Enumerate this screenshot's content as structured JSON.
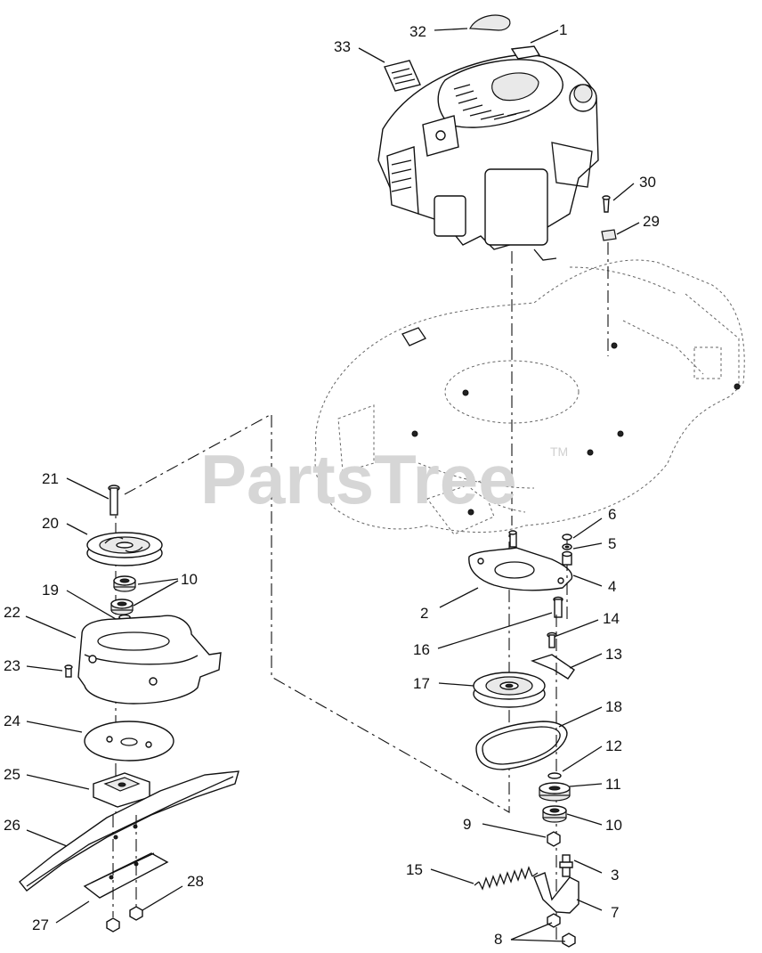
{
  "watermark": {
    "text": "PartsTree",
    "mark": "TM"
  },
  "callouts": [
    {
      "id": "c1",
      "label": "1"
    },
    {
      "id": "c2",
      "label": "2"
    },
    {
      "id": "c3",
      "label": "3"
    },
    {
      "id": "c4",
      "label": "4"
    },
    {
      "id": "c5",
      "label": "5"
    },
    {
      "id": "c6",
      "label": "6"
    },
    {
      "id": "c7",
      "label": "7"
    },
    {
      "id": "c8",
      "label": "8"
    },
    {
      "id": "c9",
      "label": "9"
    },
    {
      "id": "c10a",
      "label": "10"
    },
    {
      "id": "c10b",
      "label": "10"
    },
    {
      "id": "c11",
      "label": "11"
    },
    {
      "id": "c12",
      "label": "12"
    },
    {
      "id": "c13",
      "label": "13"
    },
    {
      "id": "c14",
      "label": "14"
    },
    {
      "id": "c15",
      "label": "15"
    },
    {
      "id": "c16",
      "label": "16"
    },
    {
      "id": "c17",
      "label": "17"
    },
    {
      "id": "c18",
      "label": "18"
    },
    {
      "id": "c19",
      "label": "19"
    },
    {
      "id": "c20",
      "label": "20"
    },
    {
      "id": "c21",
      "label": "21"
    },
    {
      "id": "c22",
      "label": "22"
    },
    {
      "id": "c23",
      "label": "23"
    },
    {
      "id": "c24",
      "label": "24"
    },
    {
      "id": "c25",
      "label": "25"
    },
    {
      "id": "c26",
      "label": "26"
    },
    {
      "id": "c27",
      "label": "27"
    },
    {
      "id": "c28",
      "label": "28"
    },
    {
      "id": "c29",
      "label": "29"
    },
    {
      "id": "c30",
      "label": "30"
    },
    {
      "id": "c32",
      "label": "32"
    },
    {
      "id": "c33",
      "label": "33"
    }
  ],
  "colors": {
    "line": "#111111",
    "watermark": "#d6d6d6",
    "fill": "#e9e9e9"
  }
}
